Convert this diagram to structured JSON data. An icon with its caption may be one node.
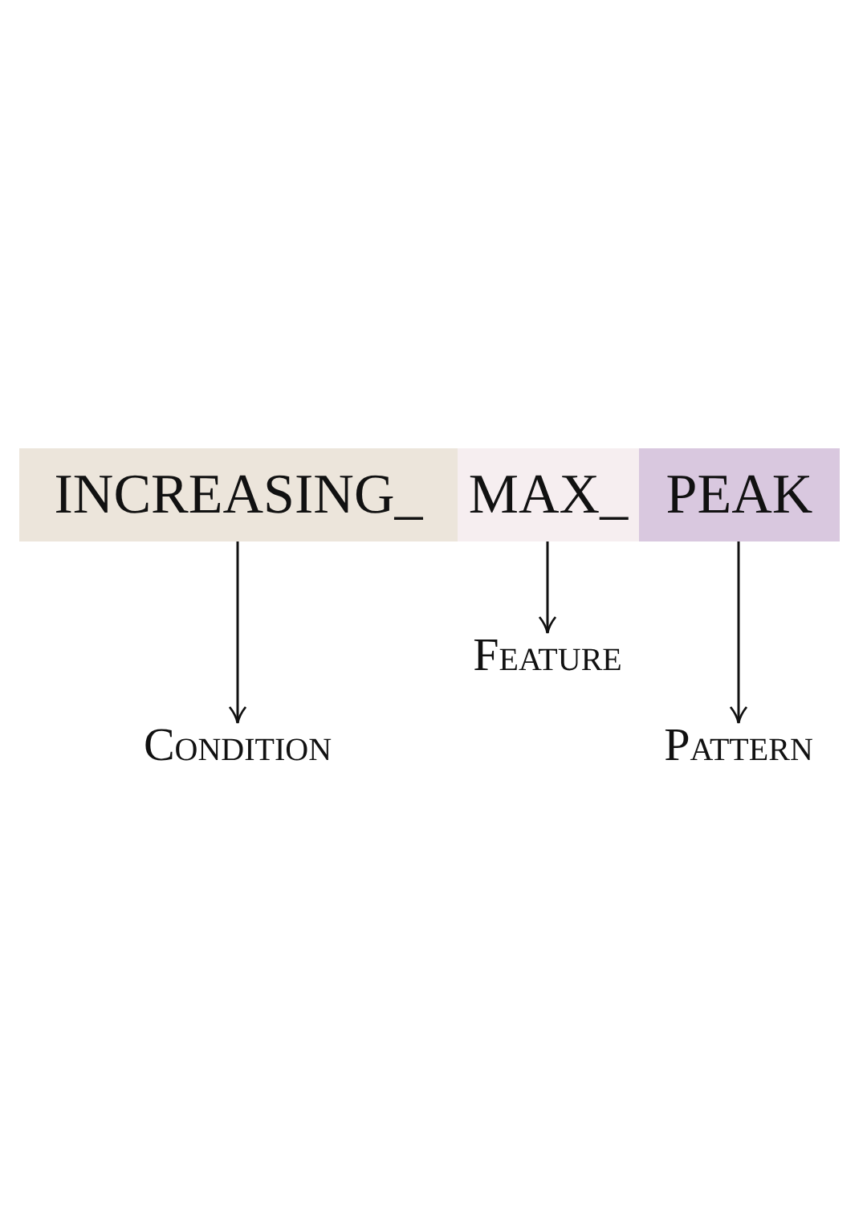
{
  "diagram": {
    "nodes": [
      {
        "text": [
          "INCREASING_"
        ]
      },
      {
        "text": [
          "MAX_"
        ]
      },
      {
        "text": [
          "PEAK"
        ]
      },
      {
        "text": [
          "Condition"
        ]
      },
      {
        "text": [
          "Feature"
        ]
      },
      {
        "text": [
          "Pattern"
        ]
      }
    ],
    "edges": [
      {
        "from": 0,
        "to": 3,
        "arrow": "to"
      },
      {
        "from": 1,
        "to": 4,
        "arrow": "to"
      },
      {
        "from": 2,
        "to": 5,
        "arrow": "to"
      }
    ]
  }
}
